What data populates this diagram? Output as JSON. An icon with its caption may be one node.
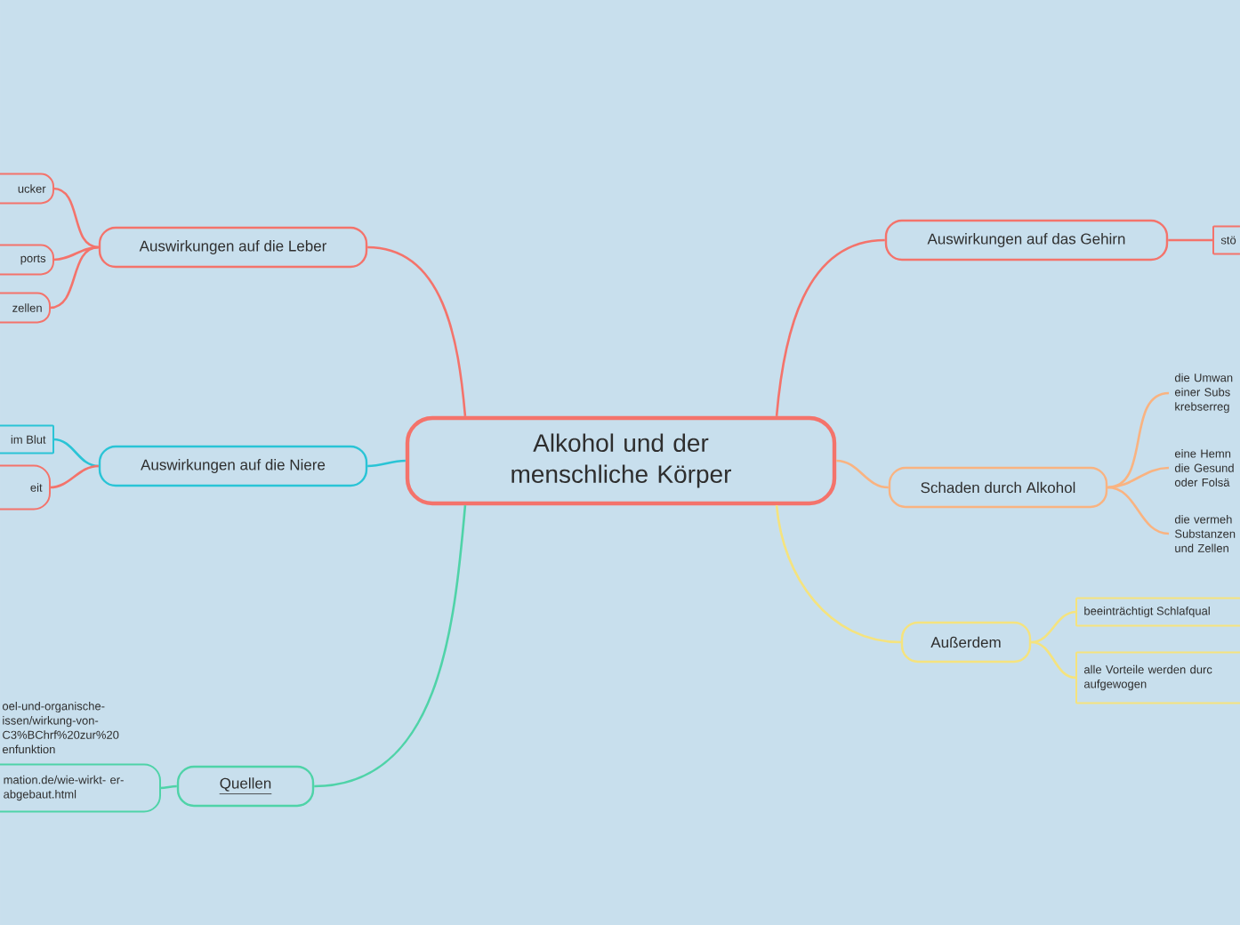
{
  "diagram": {
    "nodes": [
      {
        "text": [
          "Alkohol und der menschliche Körper"
        ]
      },
      {
        "text": [
          "Auswirkungen auf die Leber"
        ]
      },
      {
        "text": [
          "ucker"
        ]
      },
      {
        "text": [
          "ports"
        ]
      },
      {
        "text": [
          "zellen"
        ]
      },
      {
        "text": [
          "Auswirkungen auf die Niere"
        ]
      },
      {
        "text": [
          "im Blut"
        ]
      },
      {
        "text": [
          "eit"
        ]
      },
      {
        "text": [
          "Quellen"
        ]
      },
      {
        "text": [
          "mation.de/wie-wirkt- er-abgebaut.html"
        ]
      },
      {
        "text": [
          "Auswirkungen auf das Gehirn"
        ]
      },
      {
        "text": [
          "stö"
        ]
      },
      {
        "text": [
          "Schaden durch Alkohol"
        ]
      },
      {
        "text": [
          "die Umwan einer Subs krebserreg"
        ]
      },
      {
        "text": [
          "eine Hemn die Gesund oder Folsä"
        ]
      },
      {
        "text": [
          "die vermeh Substanzen und Zellen"
        ]
      },
      {
        "text": [
          "Außerdem"
        ]
      },
      {
        "text": [
          "beeinträchtigt Schlafqual"
        ]
      },
      {
        "text": [
          "alle Vorteile werden durc aufgewogen"
        ]
      }
    ],
    "edges": [
      {
        "from": 0,
        "to": 1,
        "arrow": "none"
      },
      {
        "from": 1,
        "to": 2,
        "arrow": "none"
      },
      {
        "from": 1,
        "to": 3,
        "arrow": "none"
      },
      {
        "from": 1,
        "to": 4,
        "arrow": "none"
      },
      {
        "from": 0,
        "to": 5,
        "arrow": "none",
        "color": "#2ac4d6"
      },
      {
        "from": 5,
        "to": 6,
        "arrow": "none",
        "color": "#2ac4d6"
      },
      {
        "from": 5,
        "to": 7,
        "arrow": "none"
      },
      {
        "from": 0,
        "to": 8,
        "arrow": "none",
        "color": "#4fd3a8"
      },
      {
        "from": 8,
        "to": 9,
        "arrow": "none",
        "color": "#4fd3a8"
      },
      {
        "from": 0,
        "to": 10,
        "arrow": "none"
      },
      {
        "from": 10,
        "to": 11,
        "arrow": "none"
      },
      {
        "from": 0,
        "to": 12,
        "arrow": "none",
        "color": "#f9b381"
      },
      {
        "from": 12,
        "to": 13,
        "arrow": "none",
        "color": "#f9b381"
      },
      {
        "from": 12,
        "to": 14,
        "arrow": "none",
        "color": "#f9b381"
      },
      {
        "from": 12,
        "to": 15,
        "arrow": "none",
        "color": "#f9b381"
      },
      {
        "from": 0,
        "to": 16,
        "arrow": "none",
        "color": "#f5e37e"
      },
      {
        "from": 16,
        "to": 17,
        "arrow": "none",
        "color": "#f5e37e"
      },
      {
        "from": 16,
        "to": 18,
        "arrow": "none",
        "color": "#f5e37e"
      }
    ],
    "labels": [
      "oel-und-organische- issen/wirkung-von- C3%BChrf%20zur%20 enfunktion"
    ]
  }
}
